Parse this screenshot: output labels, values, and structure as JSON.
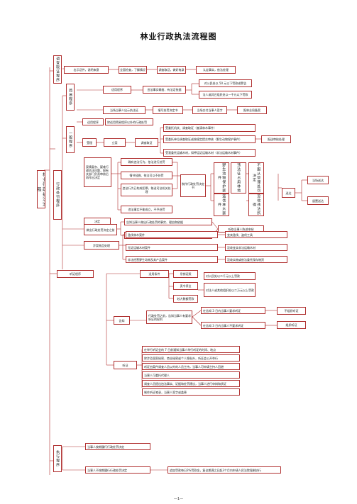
{
  "title": "林业行政执法流程图",
  "footer": "—1—",
  "main_vertical": "林业行政执法流程",
  "boxes": {
    "investigate": "调查取证程序",
    "inv1": "出示证件，说明来意",
    "inv2": "全面检查，了解情况",
    "inv3": "调查取证，做好笔录",
    "inv4": "认定事实，依法处理",
    "simple": "简易程序",
    "simple_apply": "适用程序",
    "simple_note": "违法事实确凿、有法定依据",
    "fine1": "对公民处以 50 元以下罚款或警告",
    "fine2": "法人或其它组织处以一千元以下罚款",
    "simple_s1": "当场当事人出示执法证",
    "simple_s2": "填写处罚决定书",
    "simple_s3": "当场交付当事人签字",
    "simple_s4": "报林业局备案",
    "general": "一般程序",
    "decide": "行政处罚程序",
    "gen_apply": "适用程序",
    "gen_scope": "除适用简易程序以外的行政处罚",
    "register": "立案",
    "acceptance": "受理",
    "investigation": "调查取证",
    "cond1": "受委托机关、调查取证（查清林木事件）",
    "cond2": "受委托单位调查取证或按规定提交审核（野生动物保护事件）",
    "cond3": "受我委托运输木材，如押运证运输木材（非法运输木材事件）",
    "cond_end": "报送审核处理",
    "case_intro": "案情复杂、疑难行政执法问题，报有关部门负责审核后再作出决定",
    "d1": "确有违法行为，依法进行处罚",
    "d2": "情节轻微、依法可以不处罚",
    "d3": "违法事实不能成立，不予处罚",
    "d4": "违法行为已构成犯罪，移送司法机关处理",
    "punish": "制作行政处罚决定书",
    "animal_case": "野生动物保护案件",
    "timber_case": "滥伐林木案件",
    "manage_case": "违法征占用林地",
    "ignore_case": "不服从管理处罚决定",
    "seize_case": "没收违法所得",
    "deliver": "送达",
    "timely": "当场送达",
    "later": "留置送达",
    "decision": "决定",
    "make_decision": "做出行政处罚决定之前",
    "notice1": "告知当事人做出行政处罚的事实、理由和依据",
    "notice2": "告知当事人依法享有的权利",
    "listen": "听取当事人陈述申辩",
    "goods": "涉案物品处理",
    "g1": "滥伐林木案件",
    "g1r": "变卖滥伐、盗伐工具",
    "g2": "无证运输木材案件",
    "g2r": "没收变卖非法运输木材",
    "g3": "非法经营野生动物及其产品案件",
    "g3r": "没收实物或依法委托保存物资",
    "hearing": "听证程序",
    "apply_cond": "适用条件",
    "large_fine": "较大数额罚款",
    "revoke": "吊销证照",
    "stop": "责令停业",
    "large_note1": "对公民处以二千元以上罚款",
    "large_note2": "对法人或其他组织处以二万元以上罚款",
    "inform": "告知",
    "inform_body": "行政处罚之前，告知当事人有要求听证的权利",
    "req_within": "在告知 3 日内当事人要求听证",
    "req_none": "在告知 3 日内当事人不要求听证",
    "no_hearing": "不组织听证",
    "org_hearing": "组织听证",
    "hearing_proc": "听证",
    "h1": "在举行听证会的 7 日前通知当事人举行听证的时间、地点",
    "h2": "除涉及国家秘密、商业秘密或个人隐私外，听证会公开举行",
    "h3": "听证由案件调查人员以外的人员主持，当事人可申请主持人回避",
    "h4": "当事人可委托代理人",
    "h5": "调查人员提出违法事实、证据和处罚建议，当事人进行申辩和质证",
    "h6": "制作听证笔录，当事人签字或盖章",
    "execute": "执行程序",
    "e1": "当事人按期履行行政处罚决定",
    "e2": "当事人不按期履行行政处罚决定",
    "e3": "追加罚款每日3%罚款金，复议期满之日起3个月内申请人民法院强制执行"
  }
}
